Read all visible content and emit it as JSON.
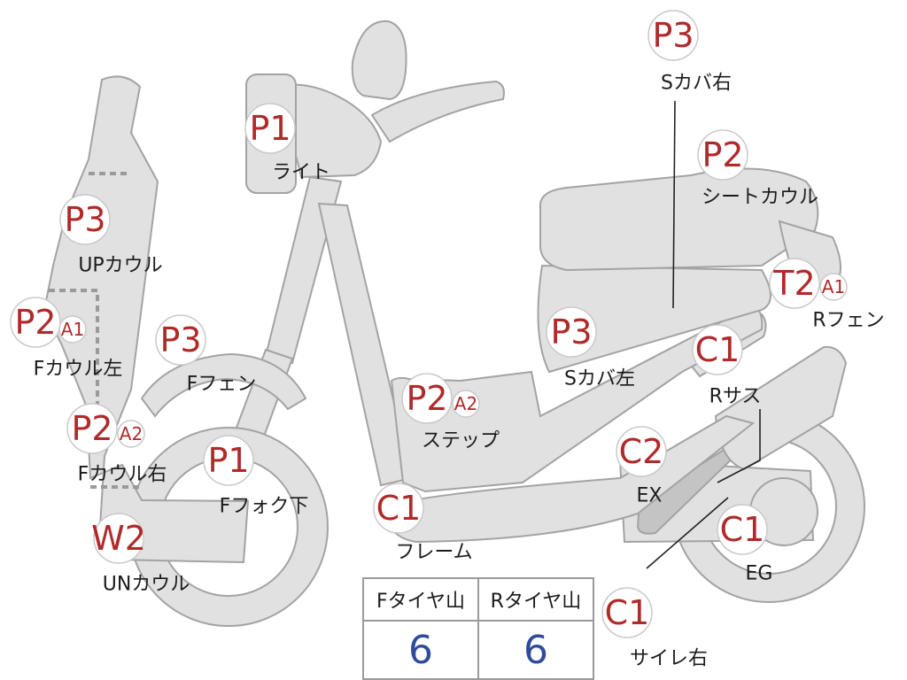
{
  "parts": [
    {
      "id": "light",
      "code": "P1",
      "label": "ライト"
    },
    {
      "id": "s-cover-right",
      "code": "P3",
      "label": "Sカバ右"
    },
    {
      "id": "seat-cowl",
      "code": "P2",
      "label": "シートカウル"
    },
    {
      "id": "up-cowl",
      "code": "P3",
      "label": "UPカウル"
    },
    {
      "id": "r-fender",
      "code": "T2",
      "badge": "A1",
      "label": "Rフェン"
    },
    {
      "id": "f-cowl-left",
      "code": "P2",
      "badge": "A1",
      "label": "Fカウル左"
    },
    {
      "id": "f-fender",
      "code": "P3",
      "label": "Fフェン"
    },
    {
      "id": "s-cover-left",
      "code": "P3",
      "label": "Sカバ左"
    },
    {
      "id": "r-suspension",
      "code": "C1",
      "label": "Rサス"
    },
    {
      "id": "step",
      "code": "P2",
      "badge": "A2",
      "label": "ステップ"
    },
    {
      "id": "f-cowl-right",
      "code": "P2",
      "badge": "A2",
      "label": "Fカウル右"
    },
    {
      "id": "f-fork-lower",
      "code": "P1",
      "label": "Fフォク下"
    },
    {
      "id": "exhaust",
      "code": "C2",
      "label": "EX"
    },
    {
      "id": "frame",
      "code": "C1",
      "label": "フレーム"
    },
    {
      "id": "engine",
      "code": "C1",
      "label": "EG"
    },
    {
      "id": "un-cowl",
      "code": "W2",
      "label": "UNカウル"
    },
    {
      "id": "silencer-right",
      "code": "C1",
      "label": "サイレ右"
    }
  ],
  "tire_table": {
    "headers": [
      "Fタイヤ山",
      "Rタイヤ山"
    ],
    "values": [
      "6",
      "6"
    ]
  },
  "colors": {
    "part_fill": "#e1e1e1",
    "part_stroke": "#a3a3a3",
    "code_text": "#b02a2a",
    "tire_value": "#2f4c9a"
  }
}
